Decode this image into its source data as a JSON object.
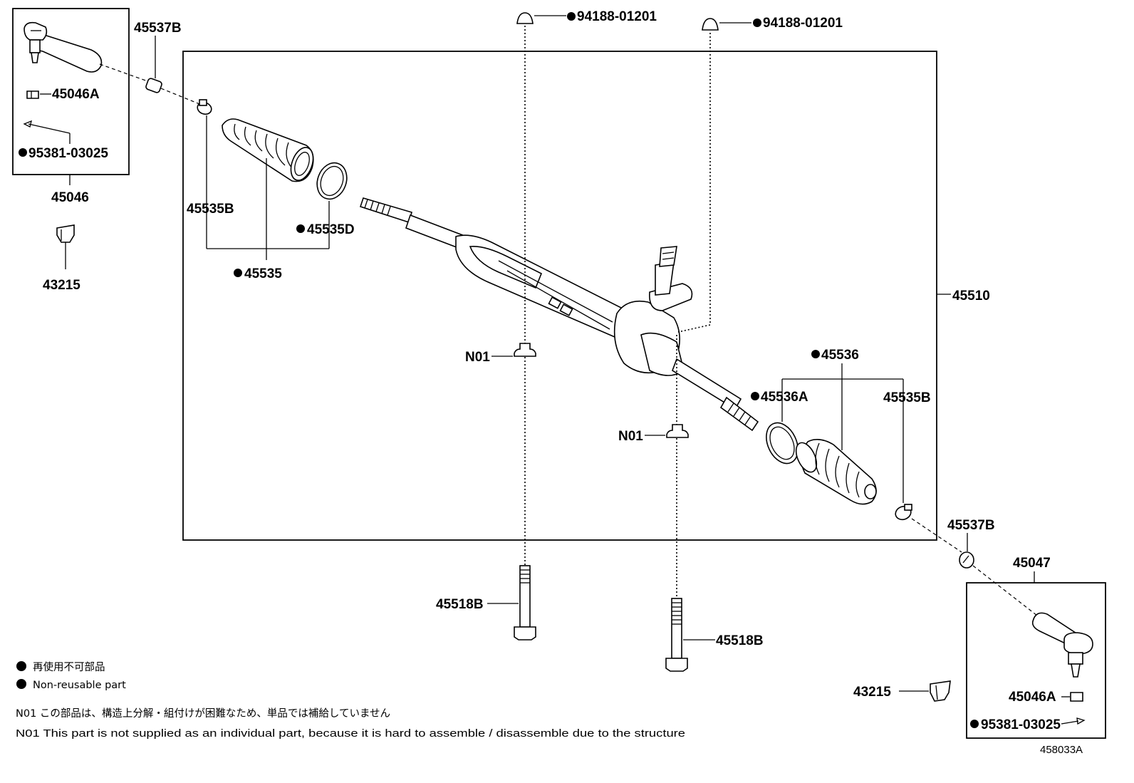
{
  "diagram_id": "458033A",
  "labels": {
    "tie_rod_end_lh": "45046",
    "tie_rod_end_rh": "45047",
    "rack_assembly": "45510",
    "boot_lh": "45535",
    "clip_lh": "45535B",
    "clip_rh": "45535B",
    "clamp_lh": "45535D",
    "boot_rh": "45536",
    "clamp_rh": "45536A",
    "lock_nut_lh": "45537B",
    "lock_nut_rh": "45537B",
    "nut_lh": "45046A",
    "nut_rh": "45046A",
    "cotter_pin_lh": "95381-03025",
    "cotter_pin_rh": "95381-03025",
    "cap_left": "94188-01201",
    "cap_right": "94188-01201",
    "cap_boot_lh": "43215",
    "cap_boot_rh": "43215",
    "bolt_left": "45518B",
    "bolt_right": "45518B",
    "bushing_left": "N01",
    "bushing_right": "N01"
  },
  "legend": {
    "non_reusable_jp": "再使用不可部品",
    "non_reusable_en": "Non-reusable part",
    "n01_note_jp": "N01 この部品は、構造上分解・組付けが困難なため、単品では補給していません",
    "n01_note_en": "N01 This part is not supplied as an individual part, because it is hard to assemble / disassemble due to the structure"
  }
}
